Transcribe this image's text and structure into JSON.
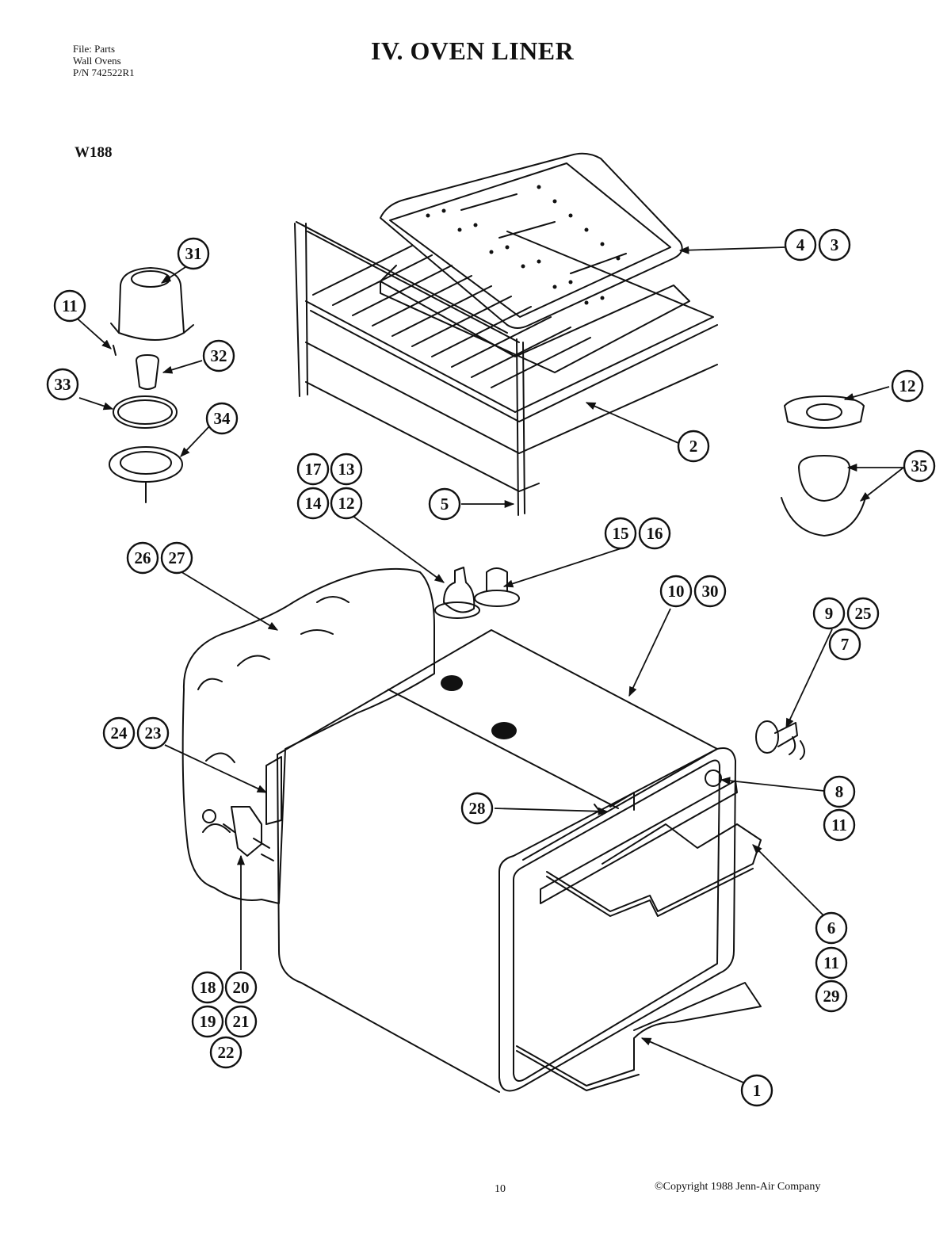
{
  "header": {
    "file_line": "File: Parts",
    "product_line": "Wall Ovens",
    "pn_line": "P/N 742522R1",
    "title": "IV.  OVEN LINER",
    "model": "W188"
  },
  "footer": {
    "page_number": "10",
    "copyright": "©Copyright 1988 Jenn-Air Company"
  },
  "callouts": [
    {
      "id": "c31",
      "labels": [
        "31"
      ]
    },
    {
      "id": "c11a",
      "labels": [
        "11"
      ]
    },
    {
      "id": "c32",
      "labels": [
        "32"
      ]
    },
    {
      "id": "c33",
      "labels": [
        "33"
      ]
    },
    {
      "id": "c34",
      "labels": [
        "34"
      ]
    },
    {
      "id": "c4-3",
      "labels": [
        "4",
        "3"
      ]
    },
    {
      "id": "c2",
      "labels": [
        "2"
      ]
    },
    {
      "id": "c5",
      "labels": [
        "5"
      ]
    },
    {
      "id": "c12",
      "labels": [
        "12"
      ]
    },
    {
      "id": "c35",
      "labels": [
        "35"
      ]
    },
    {
      "id": "c17-13",
      "labels": [
        "17",
        "13"
      ]
    },
    {
      "id": "c14-12",
      "labels": [
        "14",
        "12"
      ]
    },
    {
      "id": "c15-16",
      "labels": [
        "15",
        "16"
      ]
    },
    {
      "id": "c26-27",
      "labels": [
        "26",
        "27"
      ]
    },
    {
      "id": "c10-30",
      "labels": [
        "10",
        "30"
      ]
    },
    {
      "id": "c9-25",
      "labels": [
        "9",
        "25"
      ]
    },
    {
      "id": "c7",
      "labels": [
        "7"
      ]
    },
    {
      "id": "c24-23",
      "labels": [
        "24",
        "23"
      ]
    },
    {
      "id": "c8",
      "labels": [
        "8"
      ]
    },
    {
      "id": "c11b",
      "labels": [
        "11"
      ]
    },
    {
      "id": "c28",
      "labels": [
        "28"
      ]
    },
    {
      "id": "c6",
      "labels": [
        "6"
      ]
    },
    {
      "id": "c11c",
      "labels": [
        "11"
      ]
    },
    {
      "id": "c29",
      "labels": [
        "29"
      ]
    },
    {
      "id": "c18-20",
      "labels": [
        "18",
        "20"
      ]
    },
    {
      "id": "c19-21",
      "labels": [
        "19",
        "21"
      ]
    },
    {
      "id": "c22",
      "labels": [
        "22"
      ]
    },
    {
      "id": "c1",
      "labels": [
        "1"
      ]
    }
  ]
}
